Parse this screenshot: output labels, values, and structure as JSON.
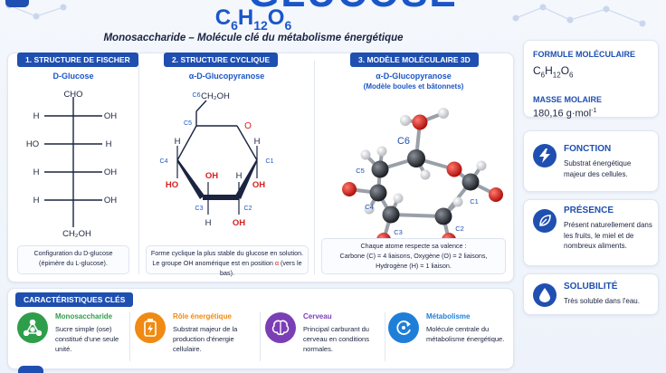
{
  "header": {
    "big_title": "GLUCOSE",
    "formula": {
      "c": "C",
      "c_n": "6",
      "h": "H",
      "h_n": "12",
      "o": "O",
      "o_n": "6"
    },
    "subtitle": "Monosaccharide – Molécule clé du métabolisme énergétique"
  },
  "sections": {
    "fischer": {
      "header": "1. STRUCTURE DE FISCHER",
      "name": "D-Glucose",
      "rows": [
        {
          "left": "",
          "right": "",
          "top": "CHO"
        },
        {
          "left": "H",
          "right": "OH"
        },
        {
          "left": "HO",
          "right": "H"
        },
        {
          "left": "H",
          "right": "OH"
        },
        {
          "left": "H",
          "right": "OH"
        }
      ],
      "bottom": "CH₂OH",
      "caption_line1": "Configuration du D-glucose",
      "caption_line2": "(épimère du L-glucose)."
    },
    "cyclic": {
      "header": "2. STRUCTURE CYCLIQUE",
      "name": "α-D-Glucopyranose",
      "labels": {
        "c6": "C6",
        "ch2oh": "CH₂OH",
        "c5": "C5",
        "o": "O",
        "c4": "C4",
        "c1": "C1",
        "c3": "C3",
        "c2": "C2",
        "h": "H",
        "oh": "OH",
        "ho": "HO"
      },
      "caption_line1": "Forme cyclique la plus stable du glucose en solution.",
      "caption_line2_a": "Le groupe OH anomérique est en position ",
      "caption_alpha": "α",
      "caption_line2_b": " (vers le bas)."
    },
    "model3d": {
      "header": "3. MODÈLE MOLÉCULAIRE 3D",
      "name": "α-D-Glucopyranose",
      "name_sub": "(Modèle boules et bâtonnets)",
      "labels": {
        "c6": "C6",
        "c5": "C5",
        "c4": "C4",
        "c3": "C3",
        "c2": "C2",
        "c1": "C1"
      },
      "caption_line1": "Chaque atome respecte sa valence :",
      "caption_line2": "Carbone (C) = 4 liaisons, Oxygène (O) = 2 liaisons,",
      "caption_line3": "Hydrogène (H) = 1 liaison."
    }
  },
  "right": {
    "formula_label": "FORMULE MOLÉCULAIRE",
    "molar_label": "MASSE MOLAIRE",
    "molar_value": "180,16 g·mol",
    "molar_exp": "-1",
    "function_title": "FONCTION",
    "function_text": "Substrat énergétique majeur des cellules.",
    "presence_title": "PRÉSENCE",
    "presence_text": "Présent naturellement dans les fruits, le miel et de nombreux aliments.",
    "solubility_title": "SOLUBILITÉ",
    "solubility_text": "Très soluble dans l'eau."
  },
  "features": {
    "header": "CARACTÉRISTIQUES CLÉS",
    "items": [
      {
        "title": "Monosaccharide",
        "text": "Sucre simple (ose) constitué d'une seule unité.",
        "color": "#2e9e4a",
        "icon": "molecule-icon"
      },
      {
        "title": "Rôle énergétique",
        "text": "Substrat majeur de la production d'énergie cellulaire.",
        "color": "#f08a12",
        "icon": "battery-icon"
      },
      {
        "title": "Cerveau",
        "text": "Principal carburant du cerveau en conditions normales.",
        "color": "#7b3fb5",
        "icon": "brain-icon"
      },
      {
        "title": "Métabolisme",
        "text": "Molécule centrale du métabolisme énergétique.",
        "color": "#1f7fd8",
        "icon": "cycle-icon"
      }
    ]
  },
  "colors": {
    "primary": "#1f4fb0",
    "accent": "#1a56c9",
    "red": "#d32020",
    "bg": "#f4f7fc"
  }
}
